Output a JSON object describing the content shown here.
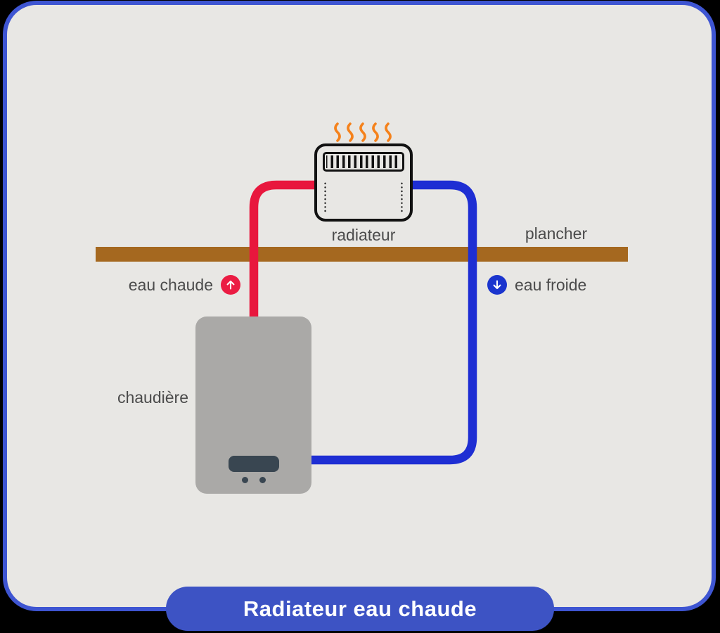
{
  "panel": {
    "background": "#e8e7e4",
    "border_color": "#3e55d2",
    "outside_background": "#000000"
  },
  "title_bar": {
    "label": "Radiateur eau chaude",
    "background": "#3d53c4",
    "text_color": "#ffffff"
  },
  "diagram": {
    "radiator": {
      "label": "radiateur",
      "outline_color": "#121212"
    },
    "floor": {
      "label": "plancher",
      "color": "#a5681f"
    },
    "hot_water": {
      "label": "eau chaude",
      "pipe_color": "#e8173d",
      "badge_color": "#eb1c43",
      "icon": "arrow-up"
    },
    "cold_water": {
      "label": "eau froide",
      "pipe_color": "#1e2ed3",
      "badge_color": "#1b35ce",
      "icon": "arrow-down"
    },
    "boiler": {
      "label": "chaudière",
      "body_color": "#aaa9a7",
      "display_color": "#394651"
    },
    "heat_waves": {
      "count": 5,
      "color": "#f5821c"
    },
    "label_color": "#4b4b4b"
  }
}
